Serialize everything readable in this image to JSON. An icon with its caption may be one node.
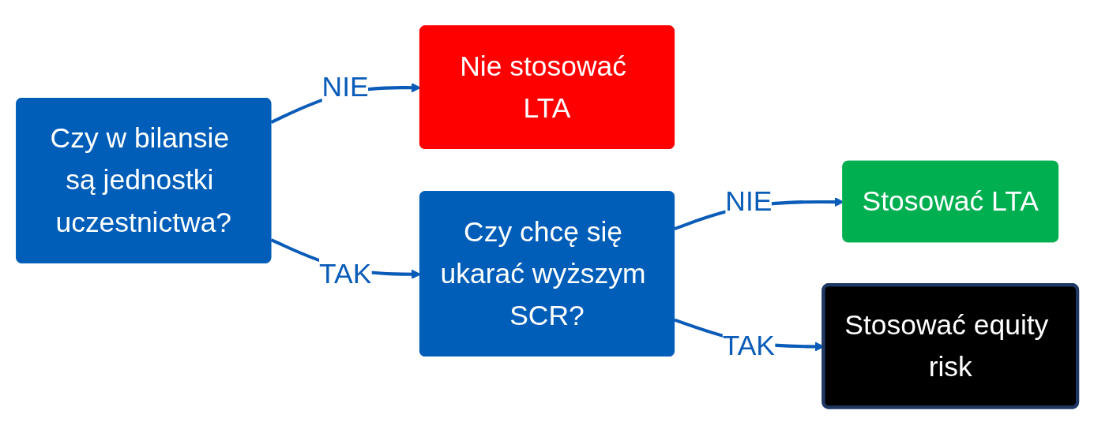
{
  "diagram": {
    "nodes": [
      {
        "text": [
          "Czy w bilansie są jednostki uczestnictwa?"
        ]
      },
      {
        "text": [
          "Nie stosować LTA"
        ]
      },
      {
        "text": [
          "Czy chcę się ukarać wyższym SCR?"
        ]
      },
      {
        "text": [
          "Stosować LTA"
        ]
      },
      {
        "text": [
          "Stosować equity risk"
        ]
      }
    ],
    "edges": [
      {
        "from": 0,
        "to": 1,
        "label": "NIE",
        "arrow": "to"
      },
      {
        "from": 0,
        "to": 2,
        "label": "TAK",
        "arrow": "to"
      },
      {
        "from": 2,
        "to": 3,
        "label": "NIE",
        "arrow": "to"
      },
      {
        "from": 2,
        "to": 4,
        "label": "TAK",
        "arrow": "to"
      }
    ]
  }
}
